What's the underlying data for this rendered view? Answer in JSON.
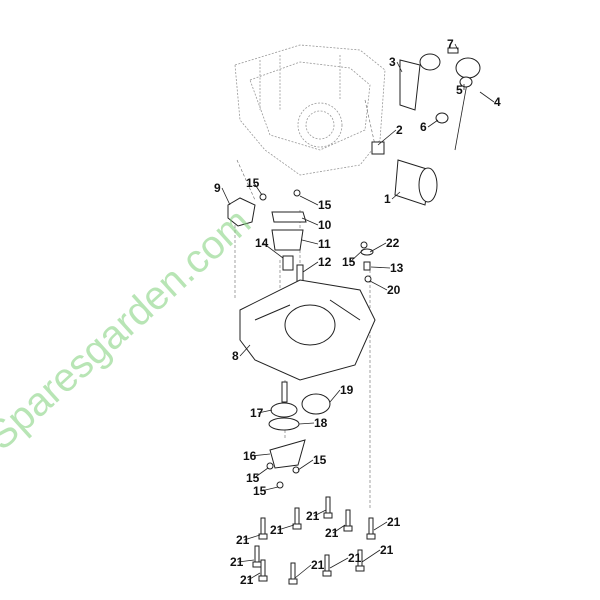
{
  "diagram": {
    "title": "Crankcase exploded view",
    "watermark": "Sparesgarden.com",
    "labels": [
      "7",
      "3",
      "5",
      "4",
      "6",
      "2",
      "1",
      "9",
      "15",
      "15",
      "10",
      "11",
      "14",
      "22",
      "12",
      "15",
      "13",
      "20",
      "8",
      "19",
      "17",
      "18",
      "16",
      "15",
      "15",
      "15",
      "21",
      "21",
      "21",
      "21",
      "21",
      "21",
      "21",
      "21",
      "21",
      "21"
    ]
  }
}
